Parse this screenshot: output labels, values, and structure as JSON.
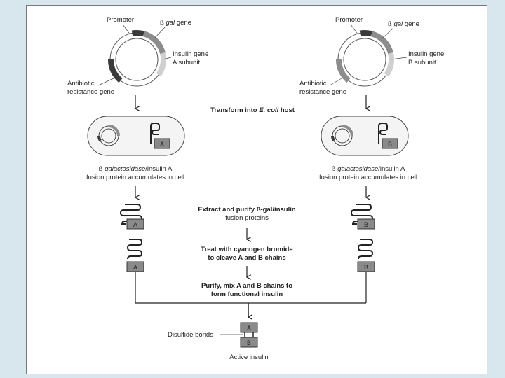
{
  "colors": {
    "background": "#d8e6ee",
    "panel": "#ffffff",
    "plasmid_dark": "#3a3a3a",
    "plasmid_mid": "#8c8c8c",
    "plasmid_light": "#d0d0d0",
    "chain_box": "#8a8a8a",
    "line": "#222222"
  },
  "left_plasmid": {
    "promoter": "Promoter",
    "bgal_symbol": "ß",
    "bgal_gal": "gal",
    "bgal_gene": "gene",
    "insulin_line1": "Insulin gene",
    "insulin_line2": "A subunit",
    "antibiotic_line1": "Antibiotic",
    "antibiotic_line2": "resistance gene"
  },
  "right_plasmid": {
    "promoter": "Promoter",
    "bgal_symbol": "ß",
    "bgal_gal": "gal",
    "bgal_gene": "gene",
    "insulin_line1": "Insulin gene",
    "insulin_line2": "B subunit",
    "antibiotic_line1": "Antibiotic",
    "antibiotic_line2": "resistance gene"
  },
  "steps": {
    "transform_prefix": "Transform into ",
    "transform_organism": "E. coli",
    "transform_suffix": " host",
    "extract_line1": "Extract and purify ß-gal/insulin",
    "extract_line2": "fusion proteins",
    "treat_line1": "Treat with cyanogen bromide",
    "treat_line2": "to cleave A and B chains",
    "purify_line1": "Purify, mix A and B chains to",
    "purify_line2": "form functional insulin"
  },
  "left_cell": {
    "caption_symbol": "ß",
    "caption_italic": "galactosidase",
    "caption_rest": "/insulin A",
    "caption_line2": "fusion protein accumulates in cell",
    "chain_label": "A"
  },
  "right_cell": {
    "caption_symbol": "ß",
    "caption_italic": "galactosidase",
    "caption_rest": "/insulin A",
    "caption_line2": "fusion protein accumulates in cell",
    "chain_label": "B"
  },
  "chains": {
    "a_label": "A",
    "b_label": "B"
  },
  "result": {
    "disulfide_label": "Disulfide bonds",
    "chain_a": "A",
    "chain_b": "B",
    "caption": "Active insulin"
  }
}
